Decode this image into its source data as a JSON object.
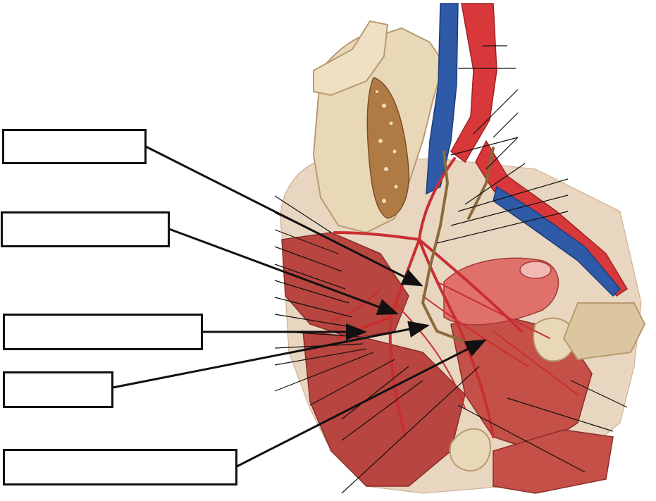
{
  "figure": {
    "subject": "pelvic-anatomy-illustration",
    "colors": {
      "artery": "#d8383a",
      "vein": "#2e5aa8",
      "muscle": "#b8453f",
      "bone": "#e9d8b8",
      "bone_marrow": "#b07a45",
      "nerve": "#8a6a3a",
      "background": "#ffffff",
      "line": "#111111"
    }
  },
  "blank_labels": [
    {
      "id": "label-1",
      "text": ""
    },
    {
      "id": "label-2",
      "text": ""
    },
    {
      "id": "label-3",
      "text": ""
    },
    {
      "id": "label-4",
      "text": ""
    },
    {
      "id": "label-5",
      "text": ""
    }
  ]
}
